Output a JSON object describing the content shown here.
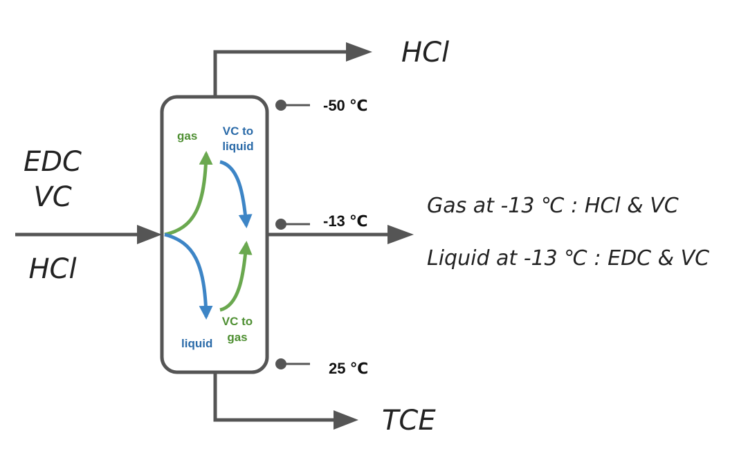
{
  "colors": {
    "line": "#555555",
    "gas": "#6aa84f",
    "liquid": "#3d85c6",
    "gas_text": "#4e8f32",
    "liquid_text": "#2a6aa8"
  },
  "feed": {
    "edc": "EDC",
    "vc": "VC",
    "hcl": "HCl"
  },
  "outputs": {
    "top": "HCl",
    "bottom": "TCE",
    "side_gas": "Gas at -13 ℃ : HCl & VC",
    "side_liquid": "Liquid at -13 ℃ : EDC & VC"
  },
  "temperatures": {
    "top": "-50 ℃",
    "middle": "-13 ℃",
    "bottom": "25 ℃"
  },
  "column_labels": {
    "gas": "gas",
    "vc_to_liquid_1": "VC to",
    "vc_to_liquid_2": "liquid",
    "liquid": "liquid",
    "vc_to_gas_1": "VC to",
    "vc_to_gas_2": "gas"
  }
}
